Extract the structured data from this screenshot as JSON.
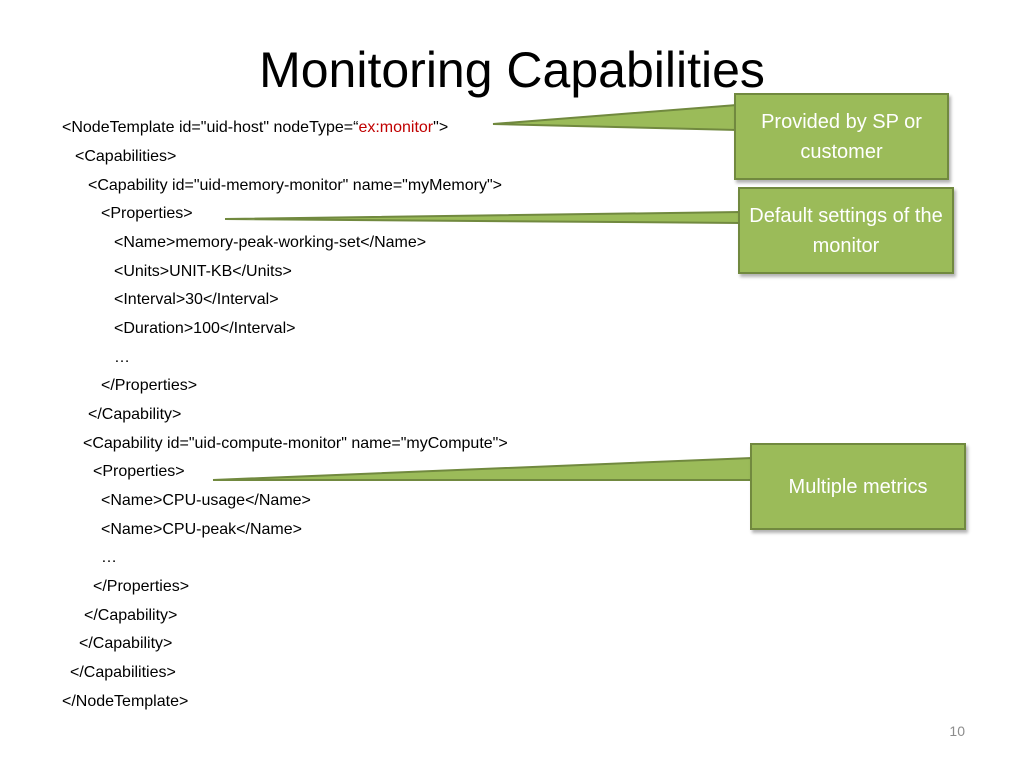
{
  "slide": {
    "title": "Monitoring Capabilities",
    "page_number": "10"
  },
  "code": {
    "line1_pre": "<NodeTemplate id=\"uid-host\" nodeType=“",
    "line1_highlight": "ex:monitor",
    "line1_post": "\">",
    "line2": "<Capabilities>",
    "line3": "<Capability id=\"uid-memory-monitor\" name=\"myMemory\">",
    "line4": "<Properties>",
    "line5": "<Name>memory-peak-working-set</Name>",
    "line6": "<Units>UNIT-KB</Units>",
    "line7": "<Interval>30</Interval>",
    "line8": "<Duration>100</Interval>",
    "line9": "…",
    "line10": "</Properties>",
    "line11": "</Capability>",
    "line12": "<Capability id=\"uid-compute-monitor\" name=\"myCompute\">",
    "line13": "<Properties>",
    "line14": "<Name>CPU-usage</Name>",
    "line15": "<Name>CPU-peak</Name>",
    "line16": "…",
    "line17": "</Properties>",
    "line18": "</Capability>",
    "line19": "</Capability>",
    "line20": "</Capabilities>",
    "line21": "</NodeTemplate>"
  },
  "callouts": {
    "provider": "Provided by SP or customer",
    "defaults": "Default settings of the monitor",
    "metrics": "Multiple metrics"
  },
  "colors": {
    "callout_fill": "#9bbb59",
    "callout_border": "#71893f",
    "highlight": "#c00000"
  }
}
